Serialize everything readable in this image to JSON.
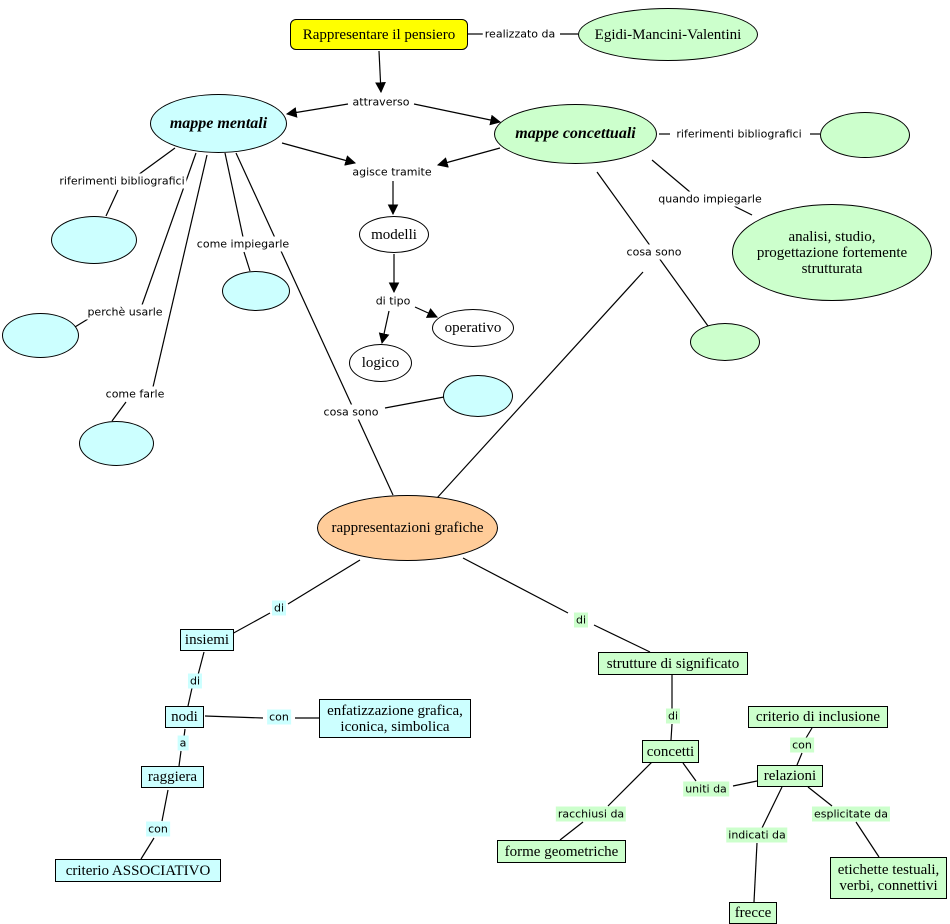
{
  "nodes": {
    "rappresentare": "Rappresentare il pensiero",
    "egidi": "Egidi-Mancini-Valentini",
    "mappe_mentali": "mappe mentali",
    "mappe_concettuali": "mappe concettuali",
    "modelli": "modelli",
    "operativo": "operativo",
    "logico": "logico",
    "analisi": "analisi, studio, progettazione fortemente strutturata",
    "rappresentazioni": "rappresentazioni grafiche",
    "insiemi": "insiemi",
    "nodi": "nodi",
    "enfatizzazione": "enfatizzazione grafica, iconica, simbolica",
    "raggiera": "raggiera",
    "criterio_associativo": "criterio ASSOCIATIVO",
    "strutture": "strutture di significato",
    "concetti": "concetti",
    "criterio_inclusione": "criterio di inclusione",
    "relazioni": "relazioni",
    "forme": "forme geometriche",
    "frecce": "frecce",
    "etichette": "etichette testuali, verbi, connettivi"
  },
  "links": {
    "realizzato_da": "realizzato da",
    "attraverso": "attraverso",
    "agisce_tramite": "agisce tramite",
    "rif_biblio_mc": "riferimenti bibliografici",
    "rif_biblio_mm": "riferimenti bibliografici",
    "quando_impiegarle": "quando impiegarle",
    "come_impiegarle": "come impiegarle",
    "di_tipo": "di tipo",
    "cosa_sono_mc": "cosa sono",
    "perche_usarle": "perchè usarle",
    "come_farle": "come farle",
    "cosa_sono_mm": "cosa sono",
    "di_left": "di",
    "di_right": "di",
    "di_insiemi": "di",
    "con_nodi": "con",
    "a_nodi": "a",
    "con_raggiera": "con",
    "di_strutture": "di",
    "con_relazioni": "con",
    "uniti_da": "uniti da",
    "racchiusi_da": "racchiusi da",
    "indicati_da": "indicati da",
    "esplicitate_da": "esplicitate da"
  },
  "colors": {
    "yellow": "#ffff00",
    "cyan": "#ccffff",
    "green": "#ccffcc",
    "peach": "#ffcc99",
    "line": "#000000"
  }
}
